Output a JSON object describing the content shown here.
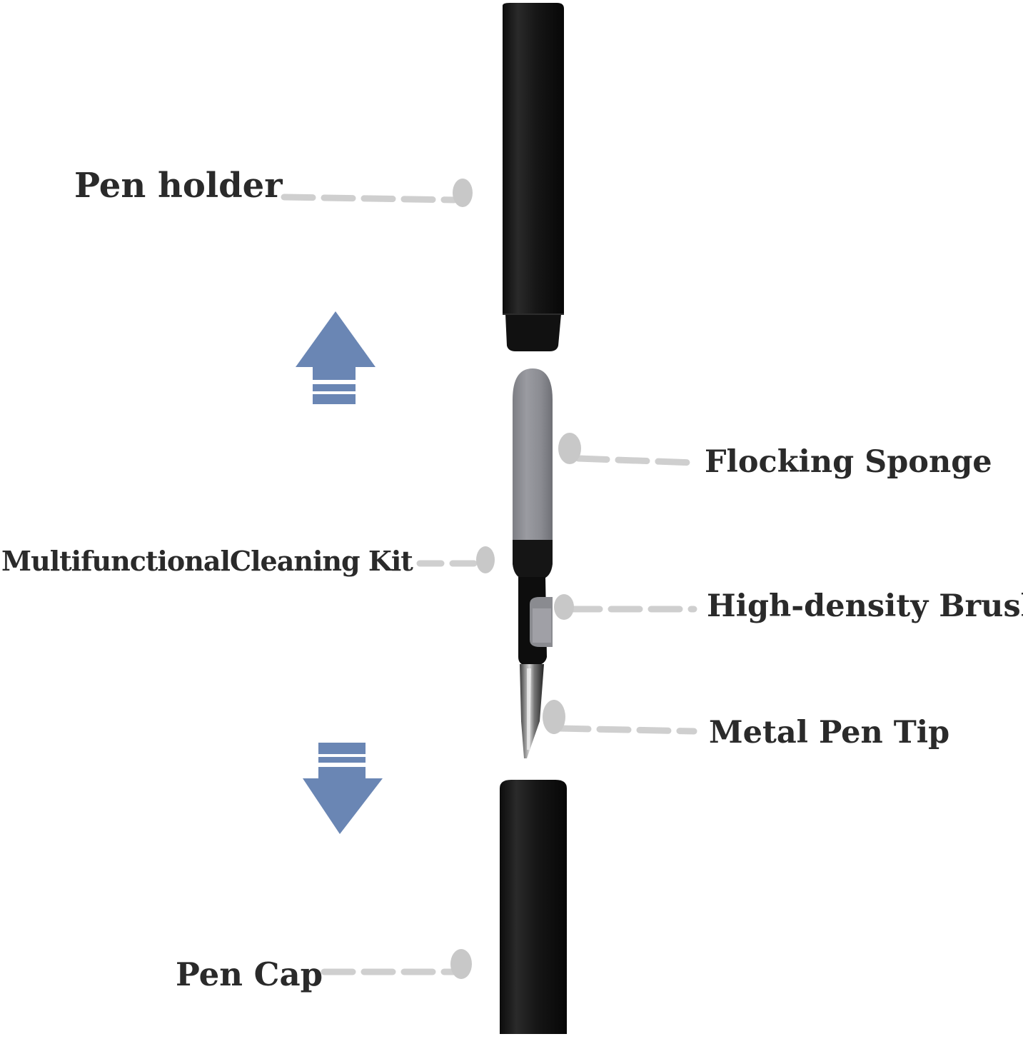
{
  "labels": {
    "pen_holder": "Pen holder",
    "flocking_sponge": "Flocking Sponge",
    "cleaning_kit": "MultifunctionalCleaning Kit",
    "brush": "High-density Brush",
    "metal_tip": "Metal Pen Tip",
    "pen_cap": "Pen Cap"
  },
  "colors": {
    "text": "#2a2a2a",
    "leader_line": "#cfcfcf",
    "leader_dot": "#c8c8c8",
    "pen_body": "#151515",
    "sponge": "#8f9096",
    "arrow": "#6a86b4"
  },
  "icons": {
    "up_arrow": "arrow-up-icon",
    "down_arrow": "arrow-down-icon"
  }
}
